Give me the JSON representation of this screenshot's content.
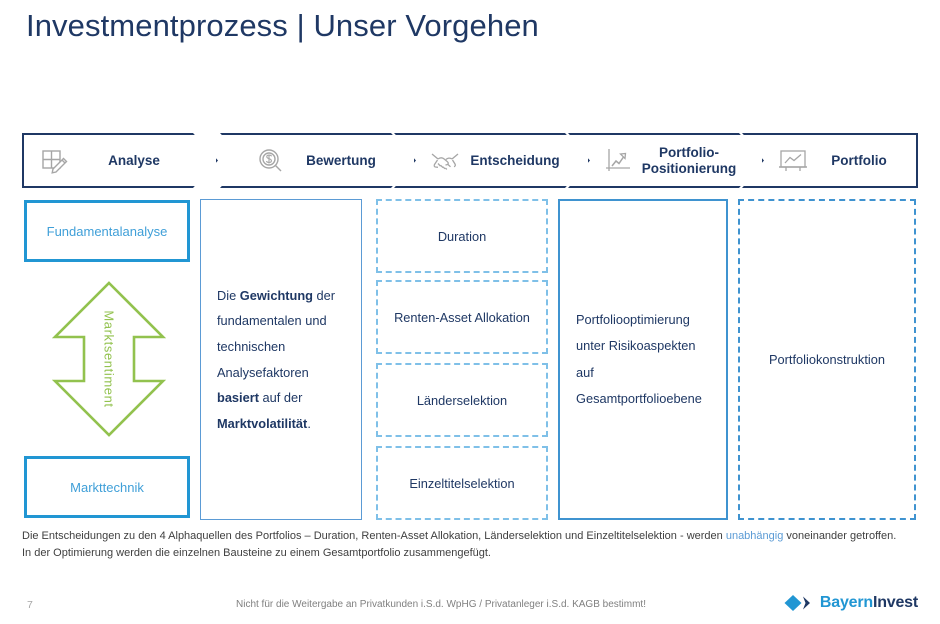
{
  "slide": {
    "title": "Investmentprozess | Unser Vorgehen",
    "page_number": "7"
  },
  "theme": {
    "navy": "#1f3864",
    "blue": "#2196d3",
    "light_blue": "#5b9bd5",
    "dashed_blue": "#7fc0e8",
    "green": "#92c24e",
    "icon_grey": "#a6a6a6"
  },
  "process_steps": [
    {
      "label": "Analyse",
      "icon": "chart-pencil-icon"
    },
    {
      "label": "Bewertung",
      "icon": "magnifier-dollar-icon"
    },
    {
      "label": "Entscheidung",
      "icon": "handshake-icon"
    },
    {
      "label": "Portfolio-\nPositionierung",
      "label_line1": "Portfolio-",
      "label_line2": "Positionierung",
      "icon": "rising-arrow-chart-icon"
    },
    {
      "label": "Portfolio",
      "icon": "presentation-chart-icon"
    }
  ],
  "column1": {
    "top_box": "Fundamentalanalyse",
    "bottom_box": "Markttechnik",
    "arrow_label": "Marktsentiment"
  },
  "column2": {
    "text_parts": [
      {
        "text": "Die ",
        "bold": false
      },
      {
        "text": "Gewichtung",
        "bold": true
      },
      {
        "text": " der fundamentalen und technischen Analysefaktoren ",
        "bold": false
      },
      {
        "text": "basiert",
        "bold": true
      },
      {
        "text": " auf der ",
        "bold": false
      },
      {
        "text": "Marktvolatilität",
        "bold": true
      },
      {
        "text": ".",
        "bold": false
      }
    ],
    "plain_text": "Die Gewichtung der fundamentalen und technischen Analysefaktoren basiert auf der Marktvolatilität."
  },
  "column3": {
    "items": [
      "Duration",
      "Renten-Asset Allokation",
      "Länderselektion",
      "Einzeltitelselektion"
    ]
  },
  "column4": {
    "text": "Portfoliooptimierung unter Risikoaspekten auf Gesamtportfolioebene"
  },
  "column5": {
    "text": "Portfoliokonstruktion"
  },
  "footnote": {
    "line1_before": "Die Entscheidungen zu den 4 Alphaquellen des Portfolios – Duration, Renten-Asset Allokation, Länderselektion und Einzeltitelselektion - werden ",
    "line1_highlight": "unabhängig",
    "line1_after": " voneinander getroffen.",
    "line2": "In der Optimierung werden die einzelnen Bausteine zu einem Gesamtportfolio zusammengefügt."
  },
  "footer": {
    "disclaimer": "Nicht für die Weitergabe an Privatkunden i.S.d. WpHG / Privatanleger i.S.d. KAGB bestimmt!",
    "logo_part1": "Bayern",
    "logo_part2": "Invest"
  }
}
